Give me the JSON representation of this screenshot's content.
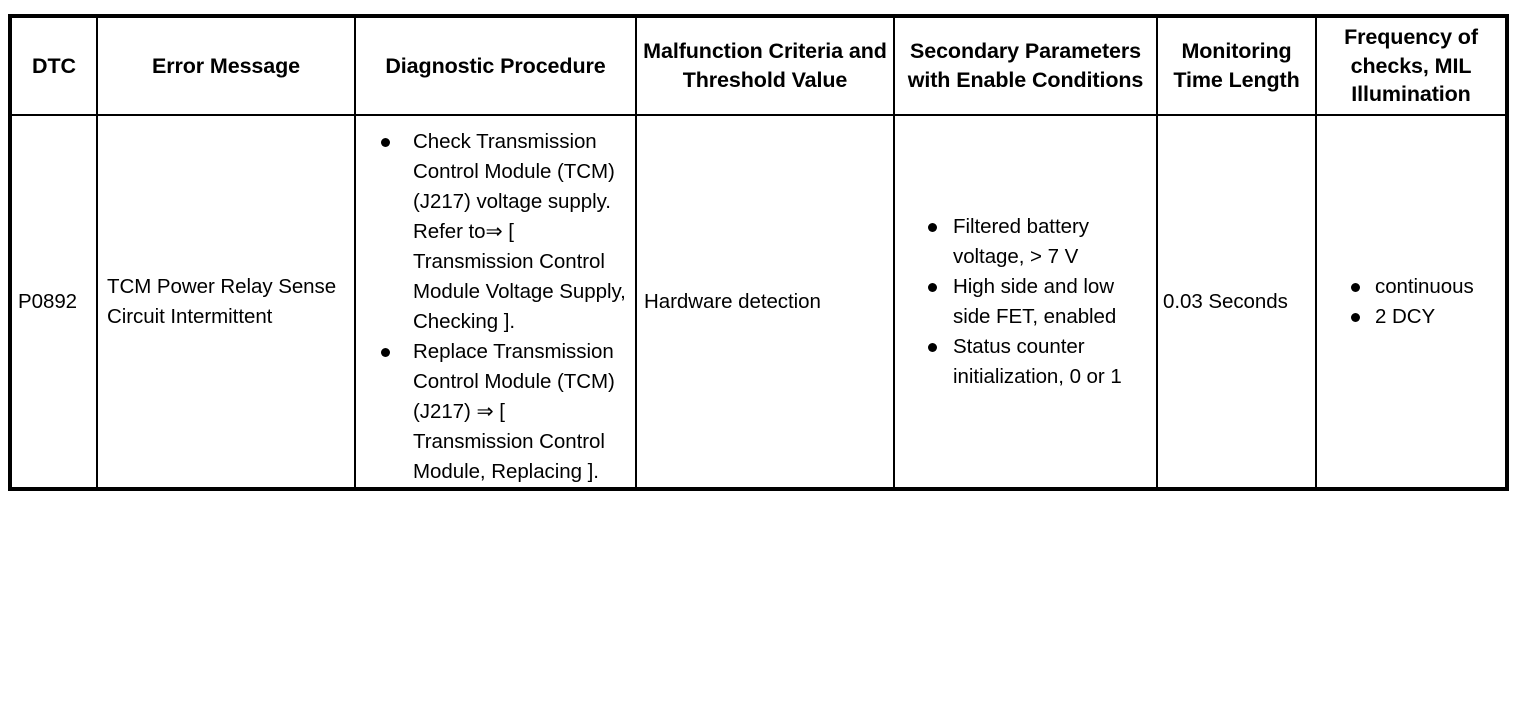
{
  "table": {
    "headers": [
      "DTC",
      "Error Message",
      "Diagnostic Procedure",
      "Malfunction Criteria and Threshold Value",
      "Secondary Parameters with Enable Conditions",
      "Monitoring Time Length",
      "Frequency of checks, MIL Illumination"
    ],
    "rows": [
      {
        "dtc": "P0892",
        "error_message": "TCM Power Relay Sense Circuit Intermittent",
        "diagnostic_procedure": [
          "Check Transmission Control Module (TCM) (J217) voltage supply. Refer to⇒ [ Transmission Control Module Voltage Supply, Checking ].",
          "Replace Transmission Control Module (TCM) (J217) ⇒ [ Transmission Control Module, Replacing ]."
        ],
        "malfunction_criteria": "Hardware detection",
        "secondary_parameters": [
          "Filtered battery voltage, > 7 V",
          "High side and low side FET, enabled",
          "Status counter initialization, 0 or 1"
        ],
        "monitoring_time_length": "0.03 Seconds",
        "frequency_of_checks": [
          "continuous",
          "2 DCY"
        ]
      }
    ]
  },
  "colors": {
    "border": "#000000",
    "text": "#000000",
    "background": "#ffffff"
  }
}
